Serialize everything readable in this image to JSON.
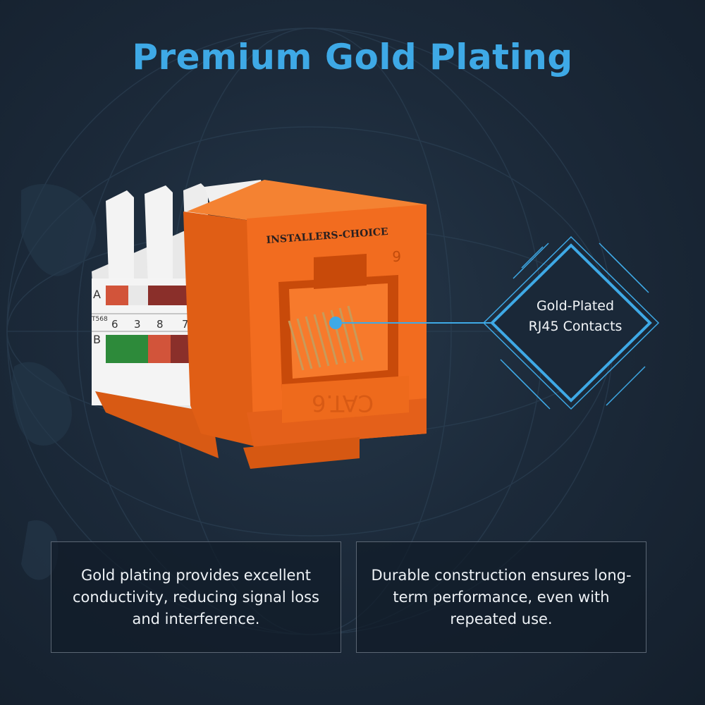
{
  "title": "Premium Gold Plating",
  "product": {
    "brand": "INSTALLERS-CHOICE",
    "category_marking": "CAT.6",
    "side_marking": "6",
    "wiring_rows": [
      "A",
      "T568",
      "B"
    ],
    "pin_numbers": [
      "6",
      "3",
      "8",
      "7"
    ]
  },
  "callout": {
    "line1": "Gold-Plated",
    "line2": "RJ45 Contacts"
  },
  "cards": {
    "left": "Gold plating provides excellent conductivity, reducing signal loss and interference.",
    "right": "Durable construction ensures long-term performance, even with repeated use."
  },
  "colors": {
    "accent": "#3ea9e6",
    "jack_orange": "#f0691c",
    "background": "#1c2a3a"
  }
}
